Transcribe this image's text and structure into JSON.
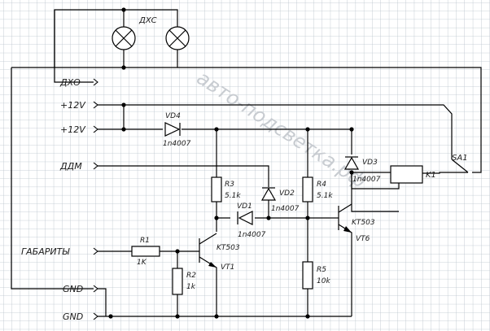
{
  "terminals": {
    "dho": "ДХО",
    "plus12_a": "+12V",
    "plus12_b": "+12V",
    "ddm": "ДДМ",
    "gabarity": "ГАБАРИТЫ",
    "gnd_a": "GND",
    "gnd_b": "GND"
  },
  "lamps": {
    "label": "ДХС"
  },
  "switch": {
    "label": "SA1"
  },
  "relay": {
    "label": "K1"
  },
  "diodes": {
    "vd1": {
      "name": "VD1",
      "part": "1n4007"
    },
    "vd2": {
      "name": "VD2",
      "part": "1n4007"
    },
    "vd3": {
      "name": "VD3",
      "part": "1n4007"
    },
    "vd4": {
      "name": "VD4",
      "part": "1n4007"
    }
  },
  "resistors": {
    "r1": {
      "name": "R1",
      "value": "1K"
    },
    "r2": {
      "name": "R2",
      "value": "1k"
    },
    "r3": {
      "name": "R3",
      "value": "5.1k"
    },
    "r4": {
      "name": "R4",
      "value": "5.1k"
    },
    "r5": {
      "name": "R5",
      "value": "10k"
    }
  },
  "transistors": {
    "vt1": {
      "name": "VT1",
      "part": "KT503"
    },
    "vt6": {
      "name": "VT6",
      "part": "KT503"
    }
  },
  "watermark": "авто-подсветка.рф",
  "colors": {
    "grid": "#b9c3cc",
    "wire": "#000000",
    "watermark": "#c8ccd1"
  }
}
